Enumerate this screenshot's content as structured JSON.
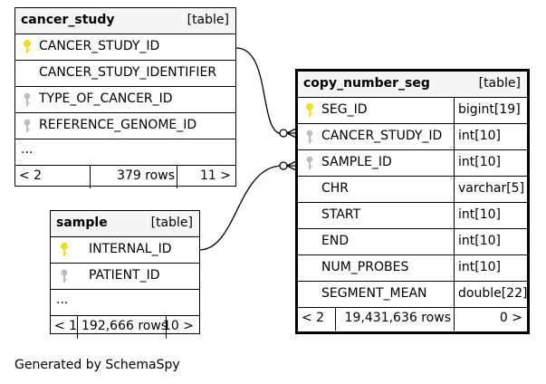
{
  "tables": {
    "cancer_study": {
      "name": "cancer_study",
      "kind": "[table]",
      "columns": [
        {
          "name": "CANCER_STUDY_ID",
          "key": "primary"
        },
        {
          "name": "CANCER_STUDY_IDENTIFIER",
          "key": "none"
        },
        {
          "name": "TYPE_OF_CANCER_ID",
          "key": "foreign"
        },
        {
          "name": "REFERENCE_GENOME_ID",
          "key": "foreign"
        }
      ],
      "ellipsis": "...",
      "footer": {
        "parents": "< 2",
        "rows": "379 rows",
        "children": "11 >"
      }
    },
    "sample": {
      "name": "sample",
      "kind": "[table]",
      "columns": [
        {
          "name": "INTERNAL_ID",
          "key": "primary"
        },
        {
          "name": "PATIENT_ID",
          "key": "foreign"
        }
      ],
      "ellipsis": "...",
      "footer": {
        "parents": "< 1",
        "rows": "192,666 rows",
        "children": "10 >"
      }
    },
    "copy_number_seg": {
      "name": "copy_number_seg",
      "kind": "[table]",
      "columns": [
        {
          "name": "SEG_ID",
          "type": "bigint[19]",
          "key": "primary"
        },
        {
          "name": "CANCER_STUDY_ID",
          "type": "int[10]",
          "key": "foreign"
        },
        {
          "name": "SAMPLE_ID",
          "type": "int[10]",
          "key": "foreign"
        },
        {
          "name": "CHR",
          "type": "varchar[5]",
          "key": "none"
        },
        {
          "name": "START",
          "type": "int[10]",
          "key": "none"
        },
        {
          "name": "END",
          "type": "int[10]",
          "key": "none"
        },
        {
          "name": "NUM_PROBES",
          "type": "int[10]",
          "key": "none"
        },
        {
          "name": "SEGMENT_MEAN",
          "type": "double[22]",
          "key": "none"
        }
      ],
      "footer": {
        "parents": "< 2",
        "rows": "19,431,636 rows",
        "children": "0 >"
      }
    }
  },
  "colors": {
    "primary_key": "#f2e600",
    "foreign_key": "#bdbdbd",
    "header_bg": "#f5f5f5"
  },
  "footer_note": "Generated by SchemaSpy"
}
